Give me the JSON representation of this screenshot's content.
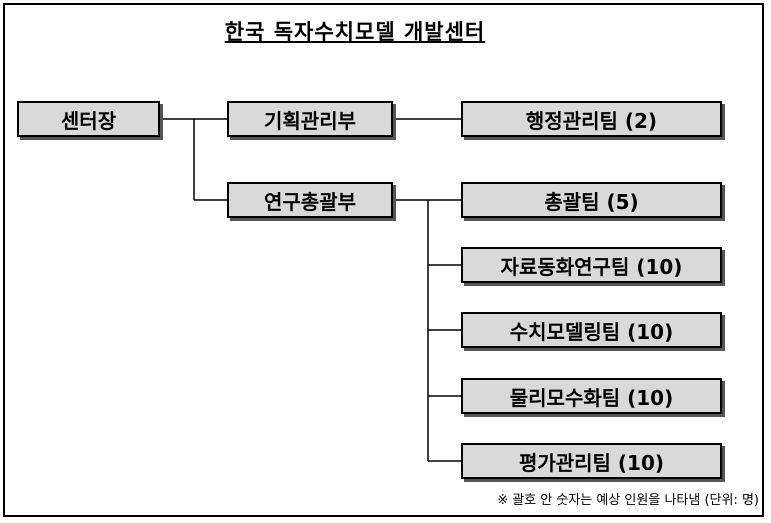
{
  "title": "한국 독자수치모델 개발센터",
  "nodes": {
    "center_head": "센터장",
    "planning_dept": "기획관리부",
    "admin_team": "행정관리팀 (2)",
    "research_dept": "연구총괄부",
    "general_team": "총괄팀 (5)",
    "data_assim_team": "자료동화연구팀 (10)",
    "numerical_model_team": "수치모델링팀 (10)",
    "physics_team": "물리모수화팀 (10)",
    "evaluation_team": "평가관리팀 (10)"
  },
  "footnote": "※ 괄호 안 숫자는 예상 인원을 나타냄 (단위: 명)"
}
